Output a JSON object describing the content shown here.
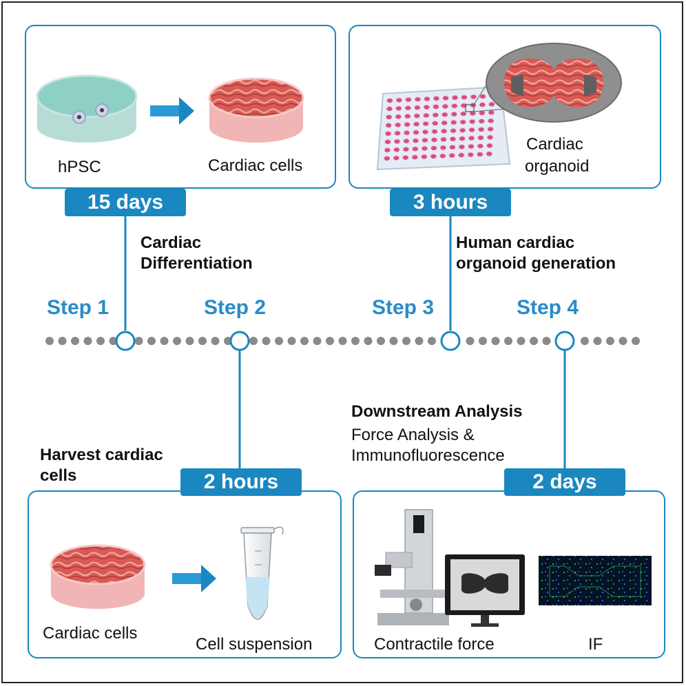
{
  "colors": {
    "accent": "#1a87c0",
    "dot": "#8a8a8a",
    "step_text": "#2a8bc8"
  },
  "steps": [
    {
      "label": "Step 1",
      "duration": "15 days",
      "title_line1": "Cardiac",
      "title_line2": "Differentiation"
    },
    {
      "label": "Step 2",
      "duration": "2 hours",
      "title_line1": "Harvest cardiac",
      "title_line2": "cells"
    },
    {
      "label": "Step 3",
      "duration": "3 hours",
      "title_line1": "Human cardiac",
      "title_line2": "organoid generation"
    },
    {
      "label": "Step 4",
      "duration": "2 days",
      "title_line1": "Downstream Analysis",
      "title_line2": "Force Analysis &",
      "title_line3": "Immunofluorescence"
    }
  ],
  "panels": {
    "step1": {
      "left_label": "hPSC",
      "right_label": "Cardiac cells"
    },
    "step2": {
      "left_label": "Cardiac cells",
      "right_label": "Cell suspension"
    },
    "step3": {
      "label_line1": "Cardiac",
      "label_line2": "organoid"
    },
    "step4": {
      "left_label": "Contractile force",
      "right_label": "IF"
    }
  },
  "icons": [
    "petri-dish-icon",
    "cardiac-cells-dish-icon",
    "arrow-right-icon",
    "well-plate-icon",
    "organoid-icon",
    "microcentrifuge-tube-icon",
    "microscope-icon",
    "monitor-icon",
    "fluorescence-image-icon"
  ]
}
